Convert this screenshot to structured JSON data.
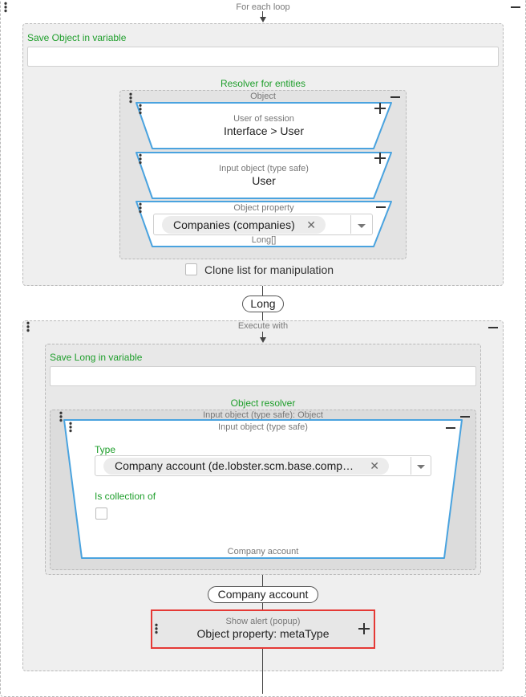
{
  "foreach": {
    "title": "For each loop"
  },
  "save_object": {
    "label": "Save Object in variable",
    "value": ""
  },
  "resolver_entities": {
    "label": "Resolver for entities",
    "object_header": "Object",
    "user_session": {
      "caption": "User of session",
      "value": "Interface > User"
    },
    "input_object": {
      "caption": "Input object (type safe)",
      "value": "User"
    },
    "object_property": {
      "caption": "Object property",
      "chip": "Companies (companies)",
      "type_note": "Long[]"
    }
  },
  "clone_list": {
    "label": "Clone list for manipulation",
    "checked": false
  },
  "long_pill": "Long",
  "execute_with": {
    "title": "Execute with",
    "save_long": {
      "label": "Save Long in variable",
      "value": ""
    },
    "object_resolver": {
      "label": "Object resolver",
      "outer_header": "Input object (type safe): Object",
      "inner_header": "Input object (type safe)",
      "type_label": "Type",
      "type_chip": "Company account (de.lobster.scm.base.comp…",
      "collection_label": "Is collection of",
      "collection_checked": false,
      "footer": "Company account"
    },
    "company_pill": "Company account",
    "show_alert": {
      "caption": "Show alert (popup)",
      "value": "Object property: metaType"
    }
  },
  "icons": {
    "minus": "minus-icon",
    "plus": "plus-icon",
    "drag": "drag-handle-icon",
    "close": "close-icon",
    "dropdown": "chevron-down-icon"
  },
  "colors": {
    "green_label": "#1e9e2b",
    "blue_border": "#4aa3df",
    "red_selection": "#e53935"
  }
}
